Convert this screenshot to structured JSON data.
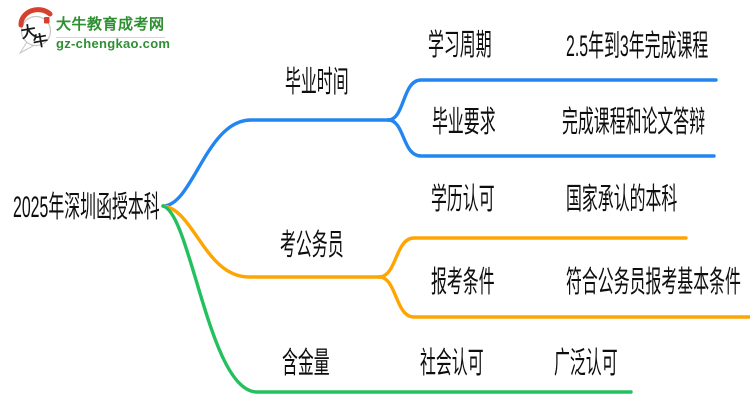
{
  "page": {
    "background": "#ffffff"
  },
  "logo": {
    "title": "大牛教育成考网",
    "url": "gz-chengkao.com",
    "mark_chars": {
      "first": "大",
      "second": "牛"
    },
    "green": "#2F8F33",
    "red": "#D6402E",
    "circle_stroke": "#C5C5C5",
    "ink": "#1A1A1A"
  },
  "root": {
    "label": "2025年深圳函授本科",
    "color": "#111111"
  },
  "branches": [
    {
      "label": "毕业时间",
      "color": "#2386F0",
      "children": [
        {
          "label": "学习周期",
          "leaf": "2.5年到3年完成课程"
        },
        {
          "label": "毕业要求",
          "leaf": "完成课程和论文答辩"
        }
      ]
    },
    {
      "label": "考公务员",
      "color": "#FFA502",
      "children": [
        {
          "label": "学历认可",
          "leaf": "国家承认的本科"
        },
        {
          "label": "报考条件",
          "leaf": "符合公务员报考基本条件"
        }
      ]
    },
    {
      "label": "含金量",
      "color": "#22C05E",
      "children": [
        {
          "label": "社会认可",
          "leaf": "广泛认可"
        }
      ]
    }
  ]
}
